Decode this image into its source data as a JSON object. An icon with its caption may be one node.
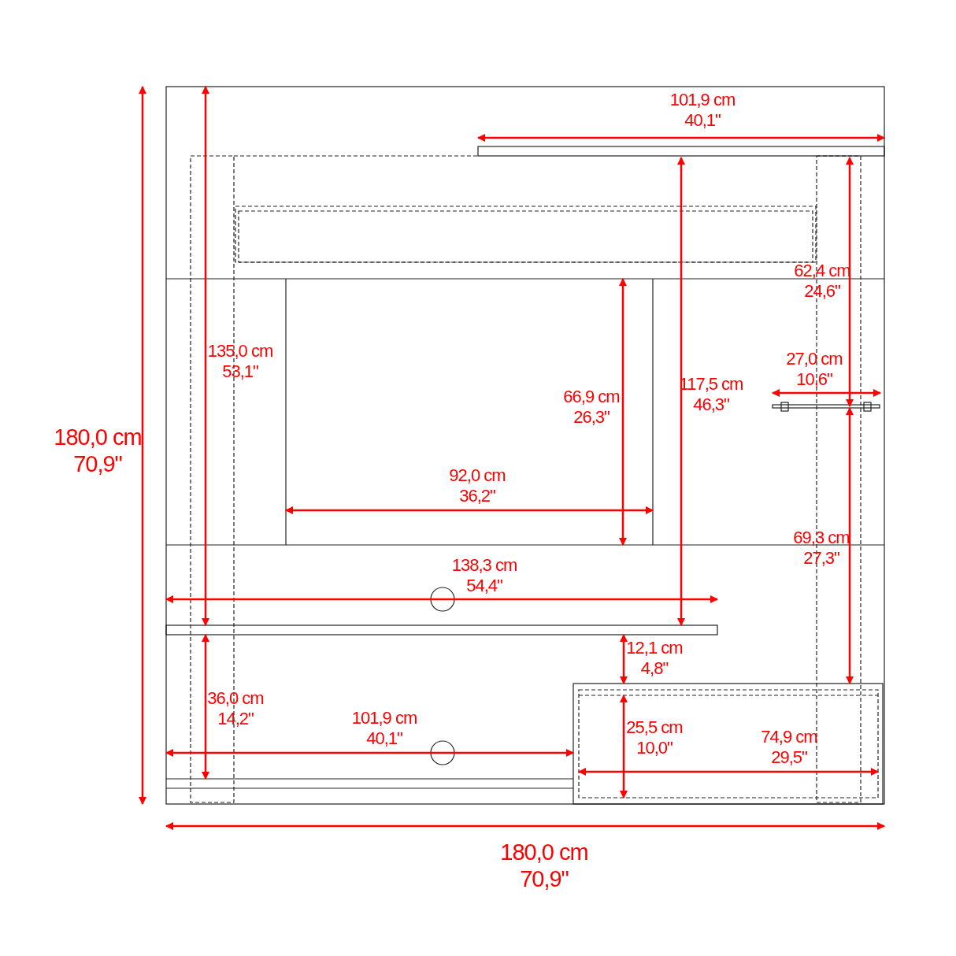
{
  "diagram": {
    "labels": [
      "101,9 cm 40,1\"",
      "62,4 cm 24,6\"",
      "135,0 cm 53,1\"",
      "27,0 cm 10,6\"",
      "66,9 cm 26,3\"",
      "117,5 cm 46,3\"",
      "180,0 cm 70,9\"",
      "92,0 cm 36,2\"",
      "69,3 cm 27,3\"",
      "138,3 cm 54,4\"",
      "12,1 cm 4,8\"",
      "36,0 cm 14,2\"",
      "101,9 cm 40,1\"",
      "25,5 cm 10,0\"",
      "74,9 cm 29,5\"",
      "180,0 cm 70,9\""
    ]
  }
}
